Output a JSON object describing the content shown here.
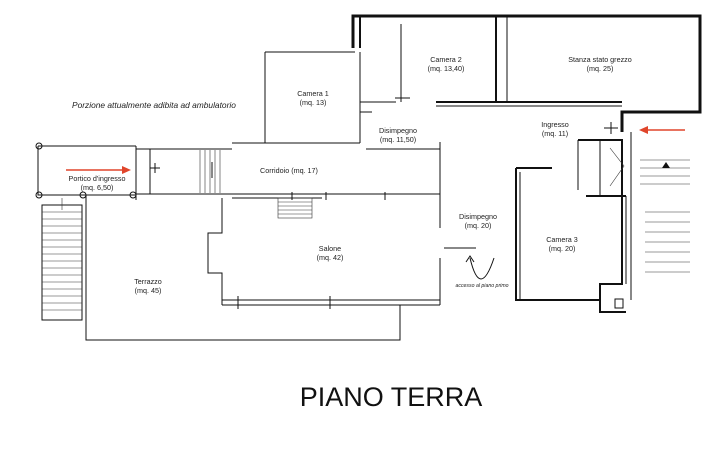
{
  "note": "Porzione attualmente adibita ad ambulatorio",
  "floor_title": "PIANO TERRA",
  "stair_note": "accesso al piano primo",
  "rooms": {
    "camera1": {
      "name": "Camera 1",
      "area": "(mq. 13)"
    },
    "camera2": {
      "name": "Camera 2",
      "area": "(mq. 13,40)"
    },
    "stanza": {
      "name": "Stanza stato grezzo",
      "area": "(mq. 25)"
    },
    "disimpegno1": {
      "name": "Disimpegno",
      "area": "(mq. 11,50)"
    },
    "ingresso": {
      "name": "Ingresso",
      "area": "(mq. 11)"
    },
    "portico": {
      "name": "Portico d'ingresso",
      "area": "(mq. 6,50)"
    },
    "corridoio": {
      "name": "Corridoio (mq. 17)"
    },
    "disimpegno2": {
      "name": "Disimpegno",
      "area": "(mq. 20)"
    },
    "camera3": {
      "name": "Camera 3",
      "area": "(mq. 20)"
    },
    "salone": {
      "name": "Salone",
      "area": "(mq. 42)"
    },
    "terrazzo": {
      "name": "Terrazzo",
      "area": "(mq. 45)"
    }
  },
  "colors": {
    "wall": "#111111",
    "arrow": "#e0452b",
    "background": "#ffffff"
  }
}
